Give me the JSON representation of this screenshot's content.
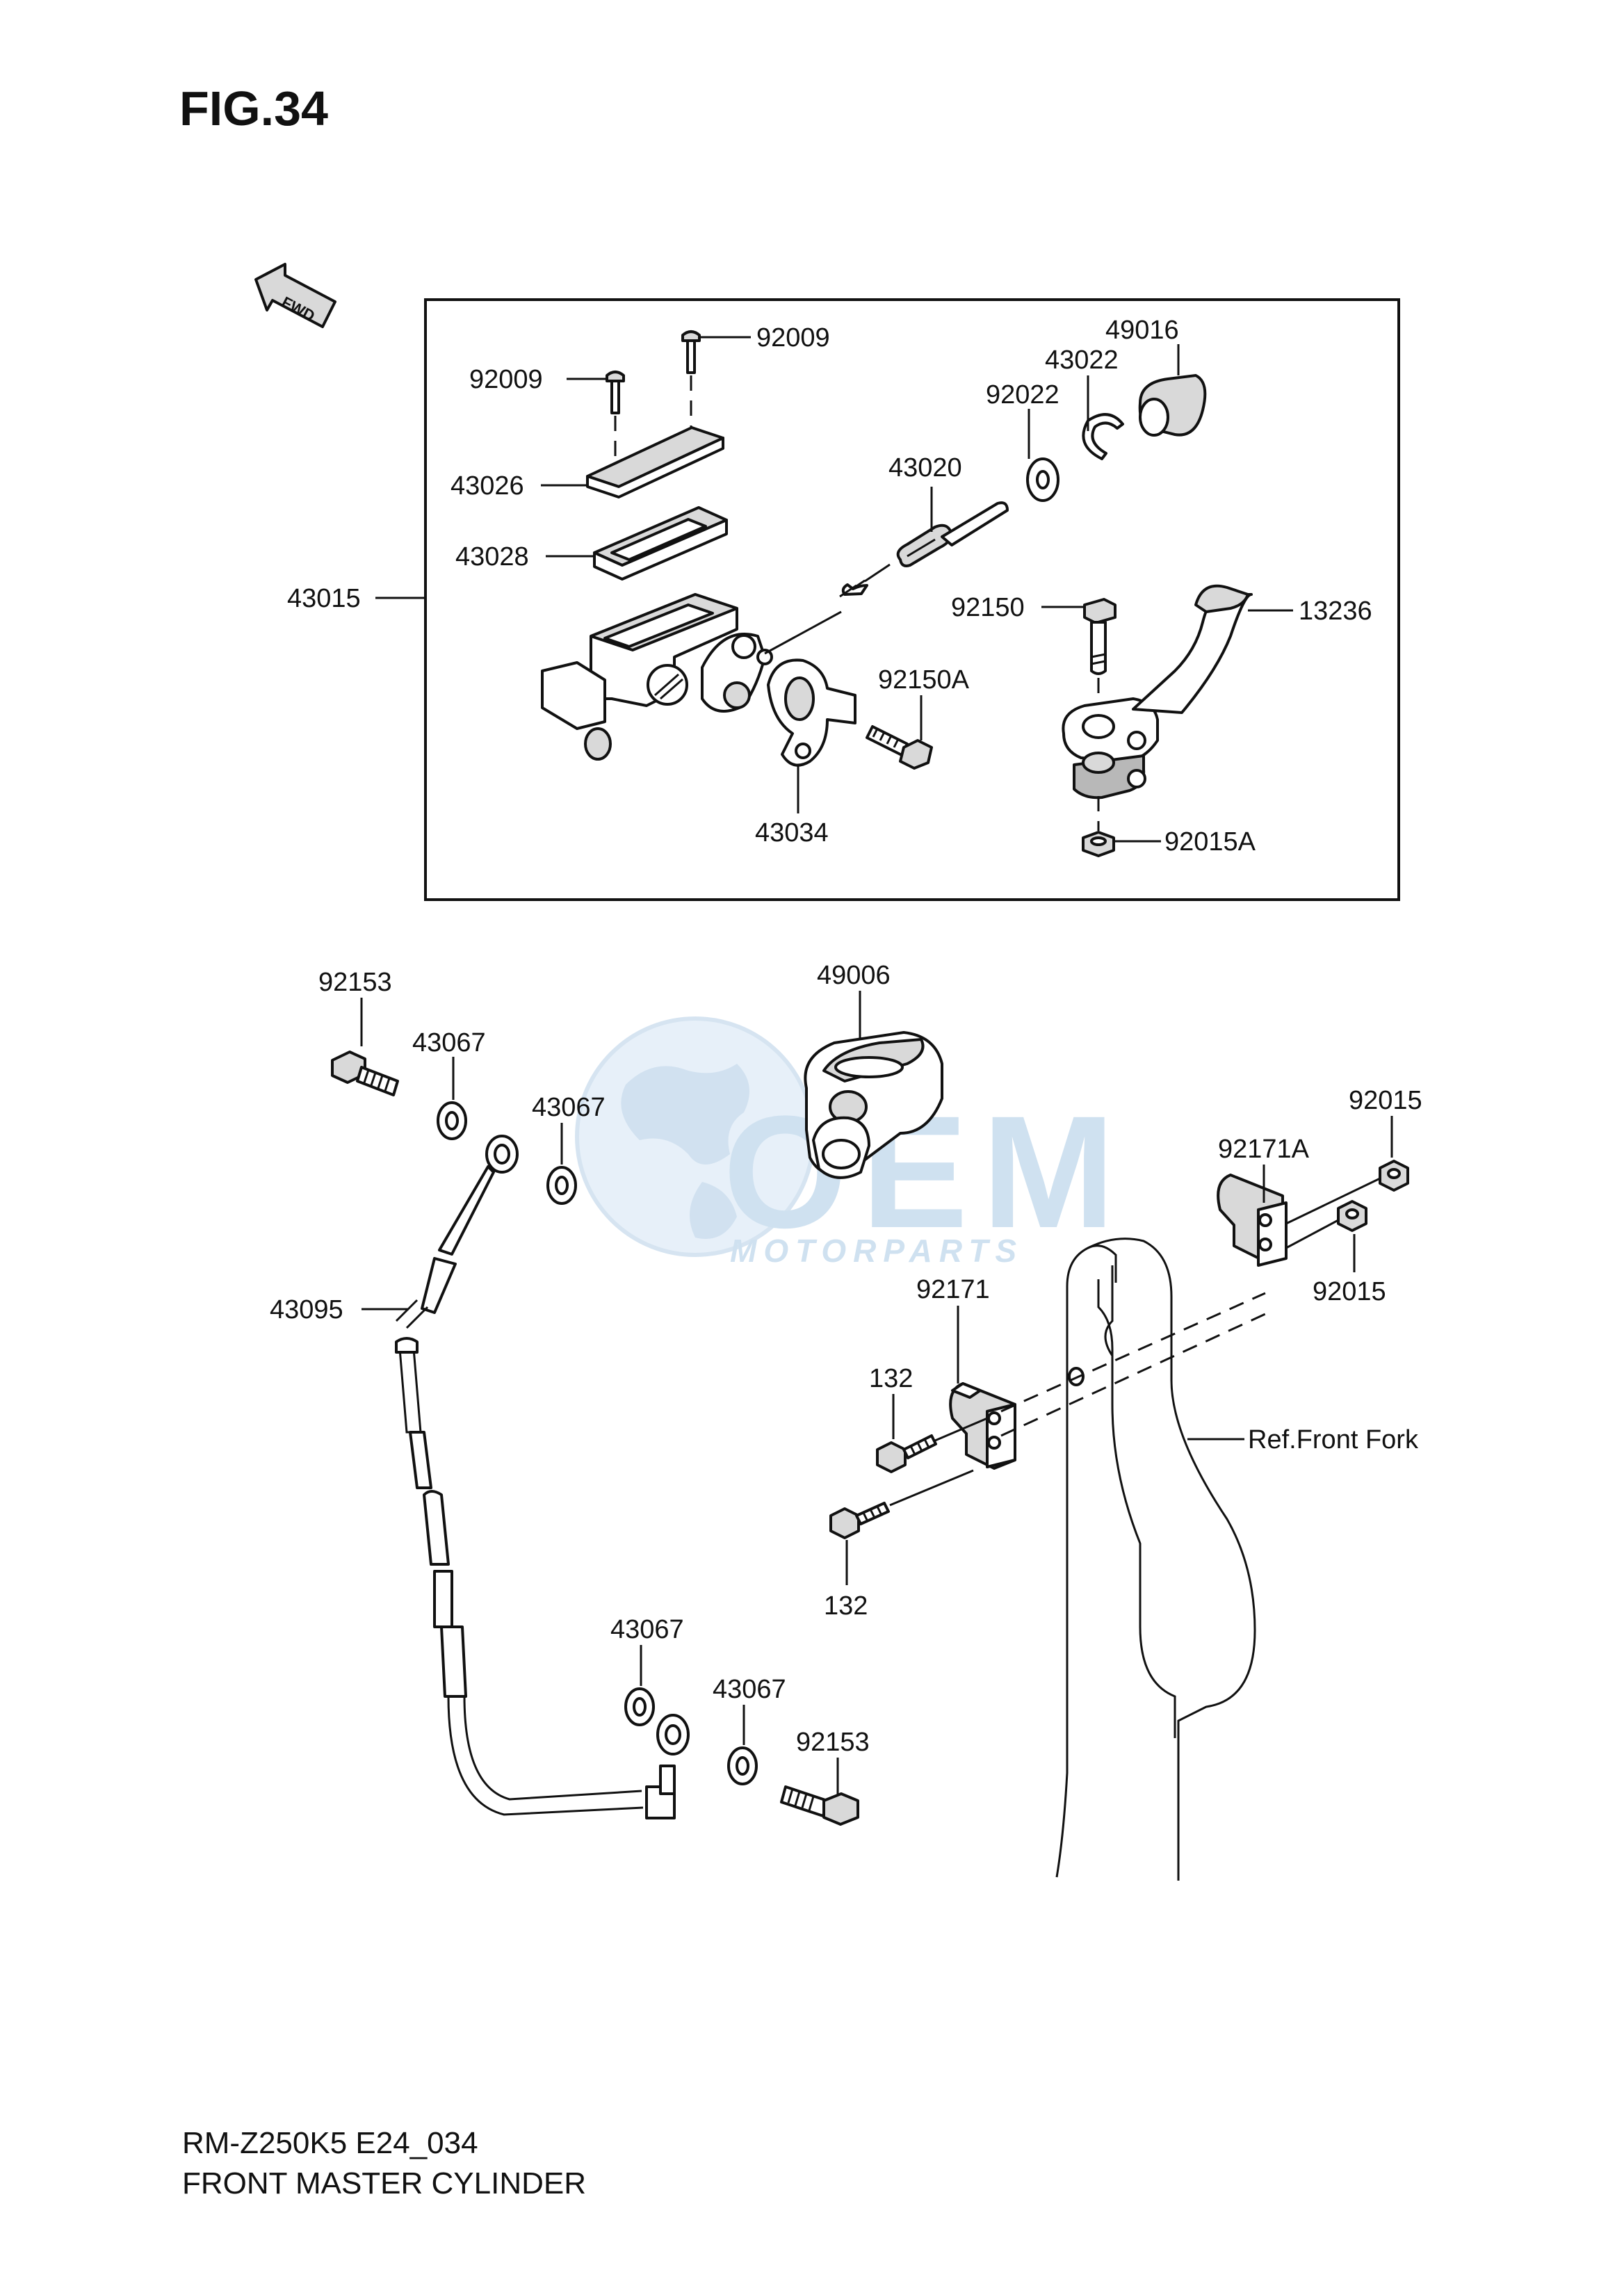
{
  "figure_title": "FIG.34",
  "fwd_arrow_label": "FWD",
  "labels": {
    "p43015": "43015",
    "p92009_a": "92009",
    "p92009_b": "92009",
    "p43026": "43026",
    "p43028": "43028",
    "p43020": "43020",
    "p92022": "92022",
    "p43022": "43022",
    "p49016": "49016",
    "p92150": "92150",
    "p13236": "13236",
    "p92150A": "92150A",
    "p43034": "43034",
    "p92015A": "92015A",
    "p92153_a": "92153",
    "p43067_a": "43067",
    "p43067_b": "43067",
    "p49006": "49006",
    "p43095": "43095",
    "p92015_a": "92015",
    "p92171A": "92171A",
    "p92015_b": "92015",
    "p92171": "92171",
    "p132_a": "132",
    "p132_b": "132",
    "ref_front_fork": "Ref.Front Fork",
    "p43067_c": "43067",
    "p43067_d": "43067",
    "p92153_b": "92153"
  },
  "watermark": {
    "brand": "OEM",
    "tagline": "MOTORPARTS"
  },
  "footer": {
    "model_code": "RM-Z250K5 E24_034",
    "section_title": "FRONT MASTER CYLINDER"
  }
}
